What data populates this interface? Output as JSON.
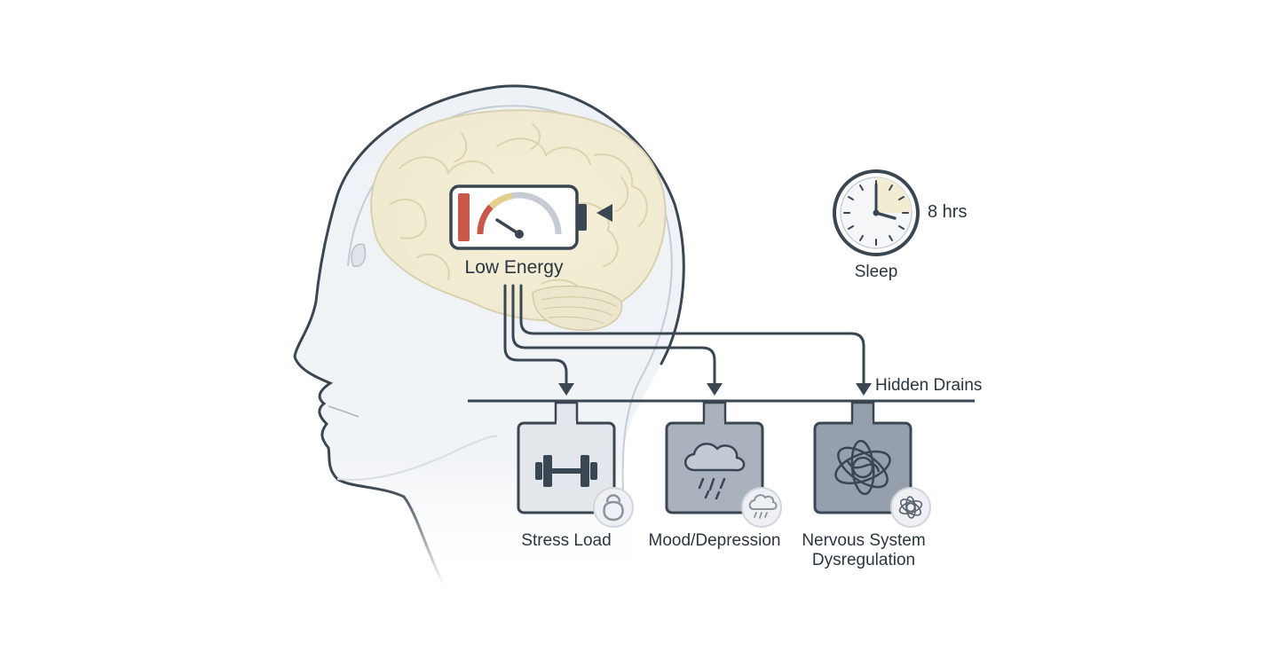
{
  "battery": {
    "label": "Low Energy"
  },
  "sleep": {
    "hours": "8 hrs",
    "label": "Sleep"
  },
  "drains": {
    "title": "Hidden Drains",
    "items": [
      {
        "label": "Stress Load",
        "icon": "dumbbell-icon",
        "badge_icon": "kettlebell-icon"
      },
      {
        "label": "Mood/Depression",
        "icon": "rain-cloud-icon",
        "badge_icon": "rain-cloud-icon"
      },
      {
        "label_line1": "Nervous System",
        "label_line2": "Dysregulation",
        "icon": "tangled-nerves-icon",
        "badge_icon": "tangled-nerves-icon"
      }
    ]
  },
  "colors": {
    "outline": "#3a4652",
    "brain": "#f3eed6",
    "battery_red": "#c9584a",
    "clock_face_highlight": "#f2ecd2",
    "box_light": "#e3e7ec",
    "box_mid": "#a9b2bd",
    "box_dark": "#96a0ac"
  }
}
